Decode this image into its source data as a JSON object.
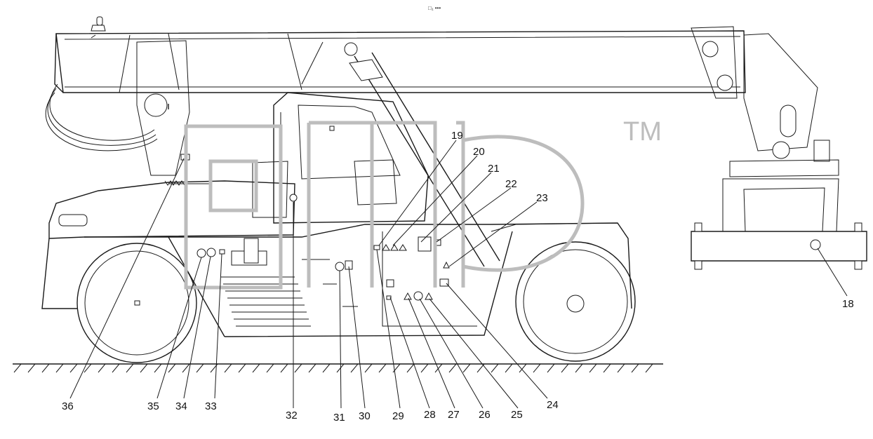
{
  "figure": {
    "header_mark": "□₁ •••",
    "watermark": {
      "text": "gmp",
      "trademark": "TM",
      "color": "#bdbdbd"
    },
    "callouts": [
      "18",
      "19",
      "20",
      "21",
      "22",
      "23",
      "24",
      "25",
      "26",
      "27",
      "28",
      "29",
      "30",
      "31",
      "32",
      "33",
      "34",
      "35",
      "36"
    ],
    "colors": {
      "line": "#1a1a1a",
      "background": "#ffffff"
    }
  }
}
